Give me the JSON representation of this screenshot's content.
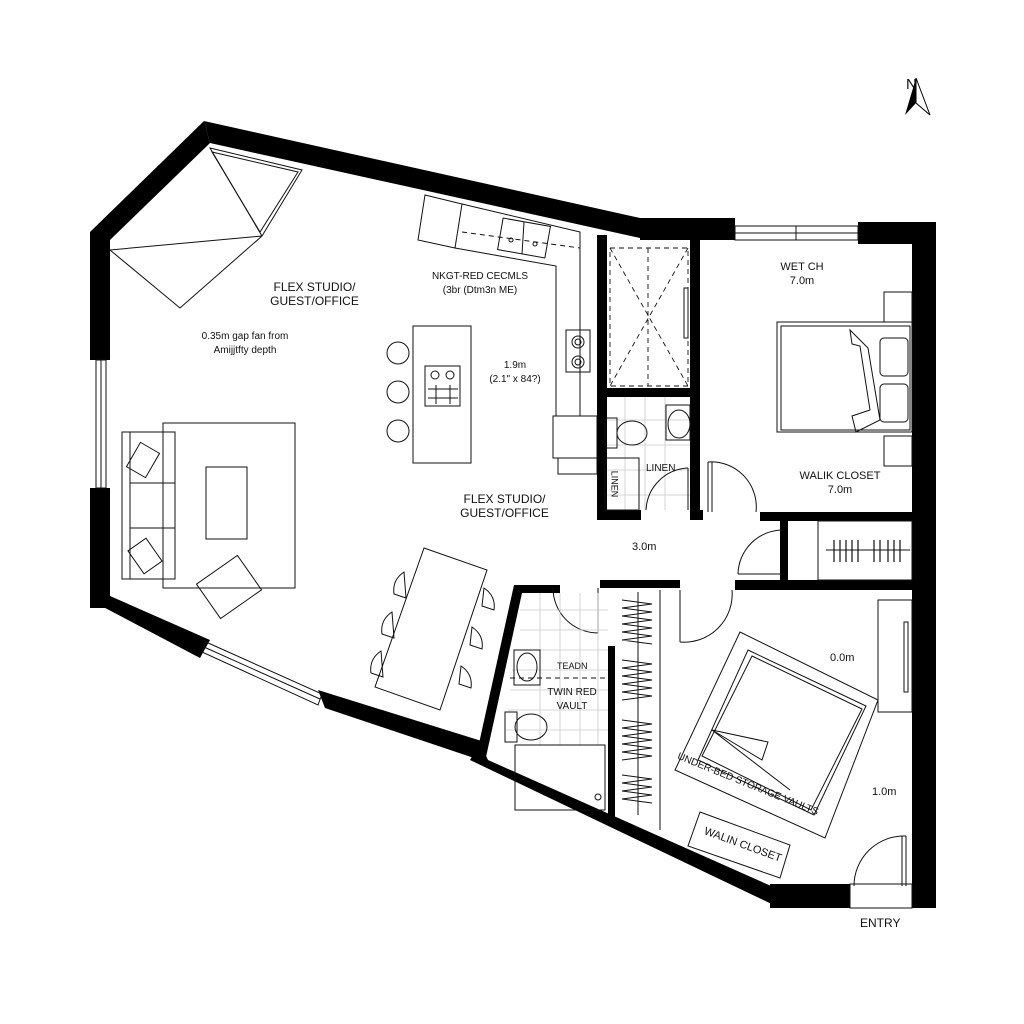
{
  "plan": {
    "type": "floor-plan",
    "compass": {
      "label": "N"
    },
    "rooms": {
      "flex_top": {
        "line1": "FLEX STUDIO/",
        "line2": "GUEST/OFFICE"
      },
      "flex_center": {
        "line1": "FLEX STUDIO/",
        "line2": "GUEST/OFFICE"
      },
      "kitchen": {
        "line1": "NKGT-RED CECMLS",
        "line2": "(3br (Dtm3n ME)"
      },
      "note": {
        "line1": "0.35m gap fan from",
        "line2": "Amijjtfty depth"
      },
      "island_dim": {
        "line1": "1.9m",
        "line2": "(2.1\" x 84?)"
      },
      "bath1_linen_door": "LINEN",
      "bath1_linen_cabinet": "LINEN",
      "bedroom1_title": {
        "line1": "WET CH",
        "line2": "7.0m"
      },
      "bedroom1_closet": {
        "line1": "WALIK CLOSET",
        "line2": "7.0m"
      },
      "hall_dim": "3.0m",
      "bath2": {
        "tag": "TEADN",
        "line1": "TWIN RED",
        "line2": "VAULT"
      },
      "bedroom2_dim_top": "0.0m",
      "bedroom2_dim_side": "1.0m",
      "under_bed": "UNDER-BED STORAGE VAULTS",
      "walkin_closet": "WALIN CLOSET",
      "entry": "ENTRY"
    },
    "colors": {
      "wall": "#000000",
      "line": "#1a1a1a",
      "background": "#ffffff",
      "tile": "#c8c8c8"
    }
  }
}
